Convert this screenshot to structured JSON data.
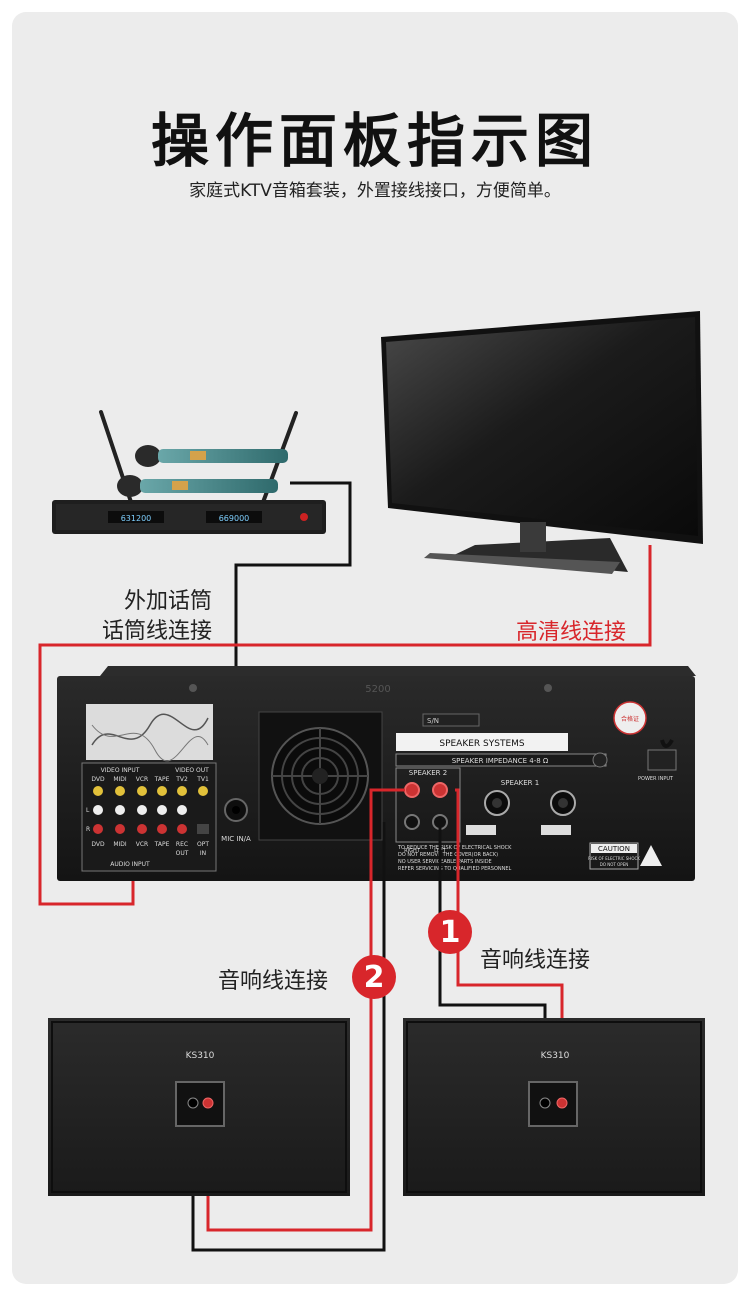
{
  "header": {
    "title": "操作面板指示图",
    "subtitle": "家庭式KTV音箱套装，外置接线接口，方便简单。"
  },
  "labels": {
    "mic_line1": "外加话筒",
    "mic_line2": "话筒线连接",
    "hdmi": "高清线连接",
    "speaker_right": "音响线连接",
    "speaker_left": "音响线连接"
  },
  "badges": {
    "one": "1",
    "two": "2"
  },
  "amplifier": {
    "model": "5200",
    "sn_label": "S/N",
    "speaker_systems": "SPEAKER SYSTEMS",
    "impedance": "SPEAKER IMPEDANCE 4-8 Ω",
    "speaker2": "SPEAKER 2",
    "speaker1": "SPEAKER 1",
    "mic_in": "MIC IN/A",
    "video_input": "VIDEO INPUT",
    "video_out": "VIDEO OUT",
    "audio_input": "AUDIO INPUT",
    "inputs": [
      "DVD",
      "MIDI",
      "VCR",
      "TAPE",
      "TV2",
      "TV1"
    ],
    "bottom_inputs": [
      "DVD",
      "MIDI",
      "VCR",
      "TAPE",
      "REC",
      "OPT"
    ],
    "out": "OUT",
    "in": "IN",
    "l": "L",
    "r": "R",
    "caution": "CAUTION",
    "caution_text1": "RISK OF ELECTRIC SHOCK",
    "caution_text2": "DO NOT OPEN",
    "power_input": "POWER INPUT",
    "warn_lines": [
      "TO REDUCE THE RISK OF ELECTRICAL SHOCK",
      "DO NOT REMOVE THE COVER(OR BACK)",
      "NO USER SERVICEABLE PARTS INSIDE",
      "REFER SERVICING TO QUALIFIED PERSONNEL"
    ],
    "right": "RIGHT",
    "left": "LEFT",
    "cert": "合格证"
  },
  "speaker_model": "KS310",
  "mic_receiver": {
    "display_a": "631200",
    "display_b": "669000"
  },
  "colors": {
    "accent": "#d8262b",
    "cable": "#111111"
  }
}
